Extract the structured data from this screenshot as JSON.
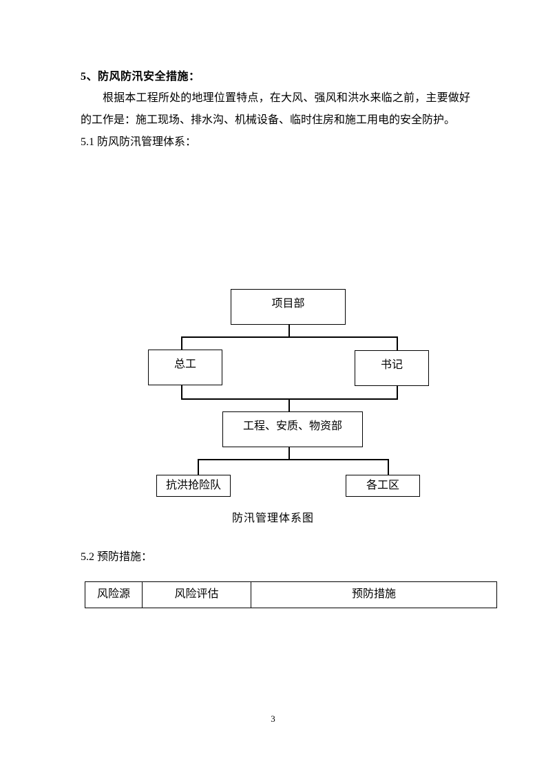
{
  "page": {
    "number": "3"
  },
  "colors": {
    "text": "#000000",
    "border": "#000000",
    "background": "#ffffff"
  },
  "content": {
    "heading": "5、防风防汛安全措施：",
    "paragraph": "根据本工程所处的地理位置特点，在大风、强风和洪水来临之前，主要做好的工作是：施工现场、排水沟、机械设备、临时住房和施工用电的安全防护。",
    "section_51_title": "5.1 防风防汛管理体系：",
    "section_52_title": "5.2 预防措施："
  },
  "diagram": {
    "caption": "防汛管理体系图",
    "nodes": {
      "project_dept": "项目部",
      "chief_engineer": "总工",
      "secretary": "书记",
      "departments": "工程、安质、物资部",
      "flood_rescue_team": "抗洪抢险队",
      "work_zones": "各工区"
    }
  },
  "risk_table": {
    "headers": [
      "风险源",
      "风险评估",
      "预防措施"
    ]
  }
}
